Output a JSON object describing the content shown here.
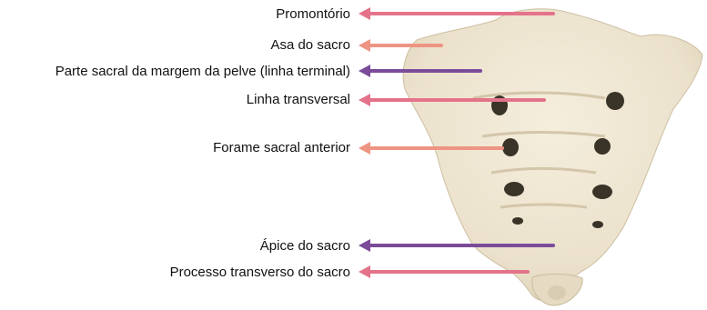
{
  "labels": [
    {
      "text": "Promontório",
      "color": "#e4738a"
    },
    {
      "text": "Asa do sacro",
      "color": "#ee9483"
    },
    {
      "text": "Parte sacral da margem da pelve (linha terminal)",
      "color": "#7b4b9a"
    },
    {
      "text": "Linha transversal",
      "color": "#e4738a"
    },
    {
      "text": "Forame sacral anterior",
      "color": "#ee9483"
    },
    {
      "text": "Ápice do sacro",
      "color": "#7b4b9a"
    },
    {
      "text": "Processo transverso do sacro",
      "color": "#e4738a"
    }
  ],
  "bone_colors": {
    "fill": "#efe6d2",
    "shade": "#d8ccb2",
    "foramen": "#3a3428"
  }
}
